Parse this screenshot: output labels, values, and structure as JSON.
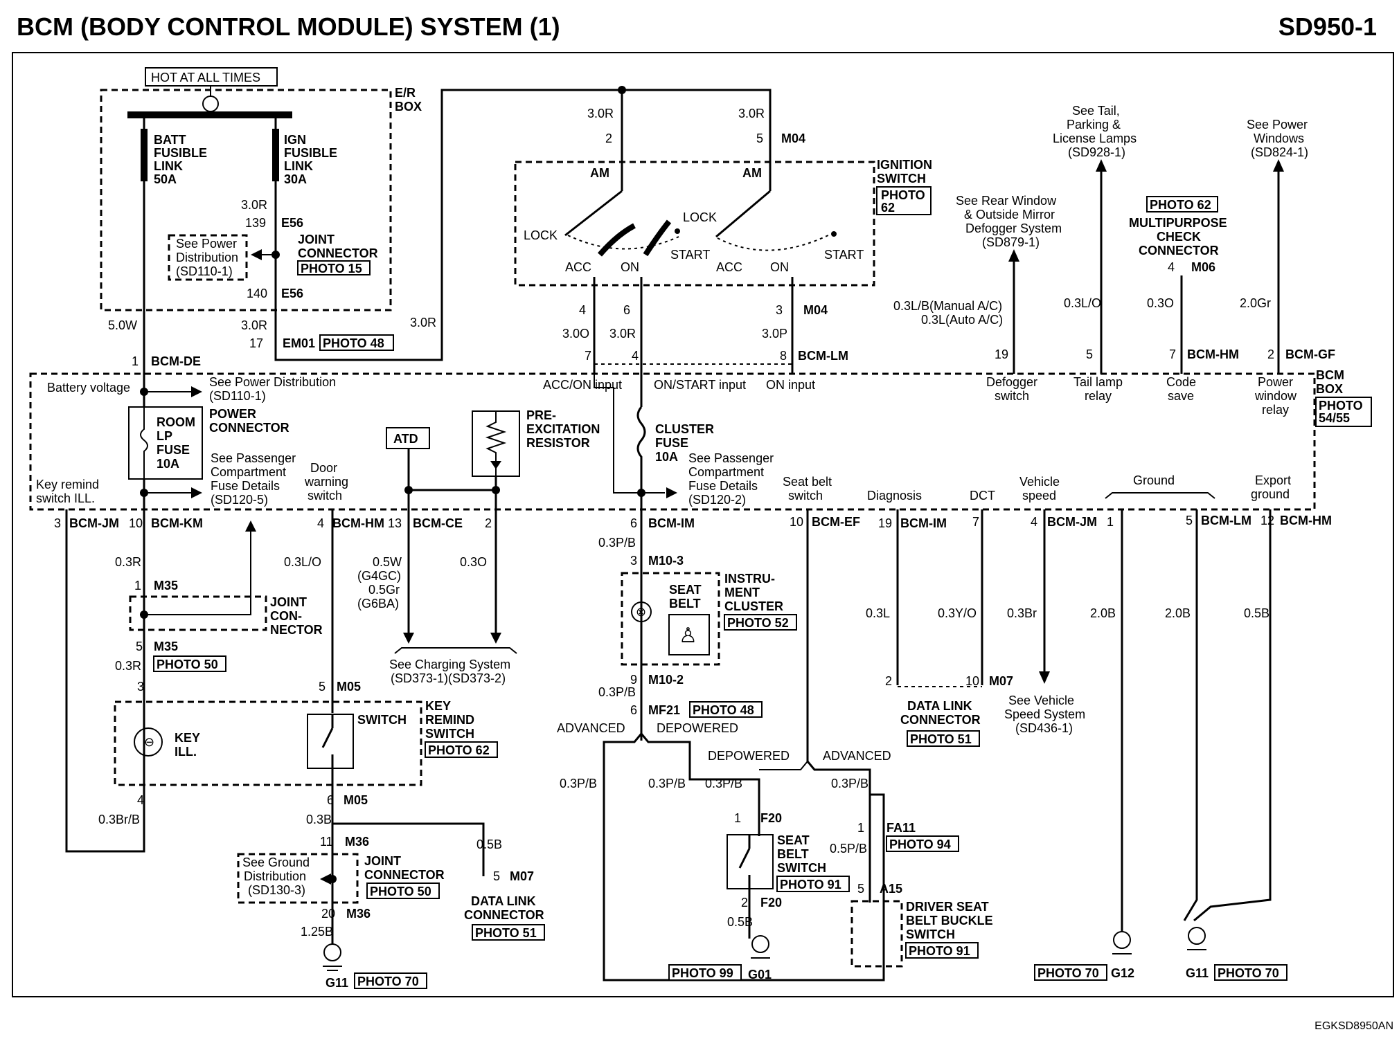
{
  "header": {
    "title": "BCM (BODY CONTROL MODULE) SYSTEM (1)",
    "code": "SD950-1"
  },
  "footer": {
    "code": "EGKSD8950AN"
  },
  "hot_at_all_times": "HOT AT ALL TIMES",
  "er_box": [
    "E/R",
    "BOX"
  ],
  "batt_link": [
    "BATT",
    "FUSIBLE",
    "LINK",
    "50A"
  ],
  "ign_link": [
    "IGN",
    "FUSIBLE",
    "LINK",
    "30A"
  ],
  "power_dist_ref": [
    "See Power",
    "Distribution",
    "(SD110-1)"
  ],
  "joint_connector_top": [
    "JOINT",
    "CONNECTOR"
  ],
  "ignition_switch": [
    "IGNITION",
    "SWITCH"
  ],
  "ign_labels": {
    "am": "AM",
    "lock": "LOCK",
    "acc": "ACC",
    "on": "ON",
    "start": "START"
  },
  "bcm_box": [
    "BCM",
    "BOX"
  ],
  "photo": {
    "p15": "PHOTO 15",
    "p48": "PHOTO 48",
    "p62": "PHOTO 62",
    "p62b": [
      "PHOTO",
      "62"
    ],
    "p5455": [
      "PHOTO",
      "54/55"
    ],
    "p50": "PHOTO 50",
    "p52": "PHOTO 52",
    "p51": "PHOTO 51",
    "p70": "PHOTO 70",
    "p91": "PHOTO 91",
    "p94": "PHOTO 94",
    "p99": "PHOTO 99"
  },
  "wires": {
    "w30r": "3.0R",
    "w50w": "5.0W",
    "w30o": "3.0O",
    "w30p": "3.0P",
    "w03r": "0.3R",
    "w03lo": "0.3L/O",
    "w05w": "0.5W",
    "w4g4gc": "(G4GC)",
    "w05gr": "0.5Gr",
    "w4g6ba": "(G6BA)",
    "w03o": "0.3O",
    "w03pb": "0.3P/B",
    "w03l": "0.3L",
    "w03yo": "0.3Y/O",
    "w03brr": "0.3Br",
    "w20b": "2.0B",
    "w05b": "0.5B",
    "w03brb": "0.3Br/B",
    "w03b": "0.3B",
    "w125b": "1.25B",
    "w05pb": "0.5P/B",
    "w03lbman": "0.3L/B(Manual A/C)",
    "w03lauto": "0.3L(Auto A/C)",
    "w03lo2": "0.3L/O",
    "w03o2": "0.3O",
    "w20gr": "2.0Gr"
  },
  "connectors": {
    "e56": "E56",
    "em01": "EM01",
    "m04": "M04",
    "bcmde": "BCM-DE",
    "bcmlm": "BCM-LM",
    "bcmhm": "BCM-HM",
    "bcmgf": "BCM-GF",
    "m06": "M06",
    "bcmjm": "BCM-JM",
    "bcmkm": "BCM-KM",
    "bcmce": "BCM-CE",
    "bcmim": "BCM-IM",
    "bcmef": "BCM-EF",
    "m35": "M35",
    "m05": "M05",
    "m36": "M36",
    "m07": "M07",
    "m102": "M10-2",
    "m103": "M10-3",
    "mf21": "MF21",
    "f20": "F20",
    "fa11": "FA11",
    "a15": "A15",
    "g11": "G11",
    "g01": "G01",
    "g12": "G12"
  },
  "pins": {
    "p2": "2",
    "p5": "5",
    "p139": "139",
    "p140": "140",
    "p17": "17",
    "p1": "1",
    "p4": "4",
    "p6": "6",
    "p3": "3",
    "p7": "7",
    "p8": "8",
    "p19": "19",
    "p10": "10",
    "p13": "13",
    "p12": "12",
    "p9": "9",
    "p11": "11",
    "p20": "20"
  },
  "bcm_inputs": {
    "battery_voltage": "Battery voltage",
    "acc_on": "ACC/ON input",
    "on_start": "ON/START input",
    "on_input": "ON input",
    "defogger": [
      "Defogger",
      "switch"
    ],
    "tail_lamp": [
      "Tail lamp",
      "relay"
    ],
    "code_save": [
      "Code",
      "save"
    ],
    "power_window": [
      "Power",
      "window",
      "relay"
    ],
    "key_remind_ill": [
      "Key remind",
      "switch ILL."
    ],
    "door_warning": [
      "Door",
      "warning",
      "switch"
    ],
    "seat_belt": [
      "Seat belt",
      "switch"
    ],
    "diagnosis": "Diagnosis",
    "dct": "DCT",
    "vehicle_speed": [
      "Vehicle",
      "speed"
    ],
    "ground": "Ground",
    "export_ground": [
      "Export",
      "ground"
    ]
  },
  "refs": {
    "rear_window": [
      "See Rear Window",
      "& Outside Mirror",
      "Defogger System",
      "(SD879-1)"
    ],
    "tail": [
      "See Tail,",
      "Parking &",
      "License Lamps",
      "(SD928-1)"
    ],
    "power_windows": [
      "See Power",
      "Windows",
      "(SD824-1)"
    ],
    "mpcc": [
      "MULTIPURPOSE",
      "CHECK",
      "CONNECTOR"
    ],
    "power_dist_bcm": [
      "See Power Distribution",
      "(SD110-1)"
    ],
    "power_connector": [
      "POWER",
      "CONNECTOR"
    ],
    "room_lp": [
      "ROOM",
      "LP",
      "FUSE",
      "10A"
    ],
    "passenger_fuse_left": [
      "See Passenger",
      "Compartment",
      "Fuse Details",
      "(SD120-5)"
    ],
    "passenger_fuse_right": [
      "See Passenger",
      "Compartment",
      "Fuse Details",
      "(SD120-2)"
    ],
    "atd": "ATD",
    "pre_exc": [
      "PRE-",
      "EXCITATION",
      "RESISTOR"
    ],
    "cluster_fuse": [
      "CLUSTER",
      "FUSE",
      "10A"
    ],
    "charging": [
      "See Charging System",
      "(SD373-1)(SD373-2)"
    ],
    "joint_con_nector": [
      "JOINT",
      "CON-",
      "NECTOR"
    ],
    "instrument_cluster": [
      "INSTRU-",
      "MENT",
      "CLUSTER"
    ],
    "seat_belt_ind": [
      "SEAT",
      "BELT"
    ],
    "key_ill": [
      "KEY",
      "ILL."
    ],
    "switch": "SWITCH",
    "key_remind_switch": [
      "KEY",
      "REMIND",
      "SWITCH"
    ],
    "advanced": "ADVANCED",
    "depowered": "DEPOWERED",
    "data_link": [
      "DATA LINK",
      "CONNECTOR"
    ],
    "vehicle_speed_ref": [
      "See Vehicle",
      "Speed System",
      "(SD436-1)"
    ],
    "ground_dist": [
      "See Ground",
      "Distribution",
      "(SD130-3)"
    ],
    "joint_connector_bottom": [
      "JOINT",
      "CONNECTOR"
    ],
    "seat_belt_switch": [
      "SEAT",
      "BELT",
      "SWITCH"
    ],
    "driver_seat_belt": [
      "DRIVER SEAT",
      "BELT BUCKLE",
      "SWITCH"
    ]
  }
}
